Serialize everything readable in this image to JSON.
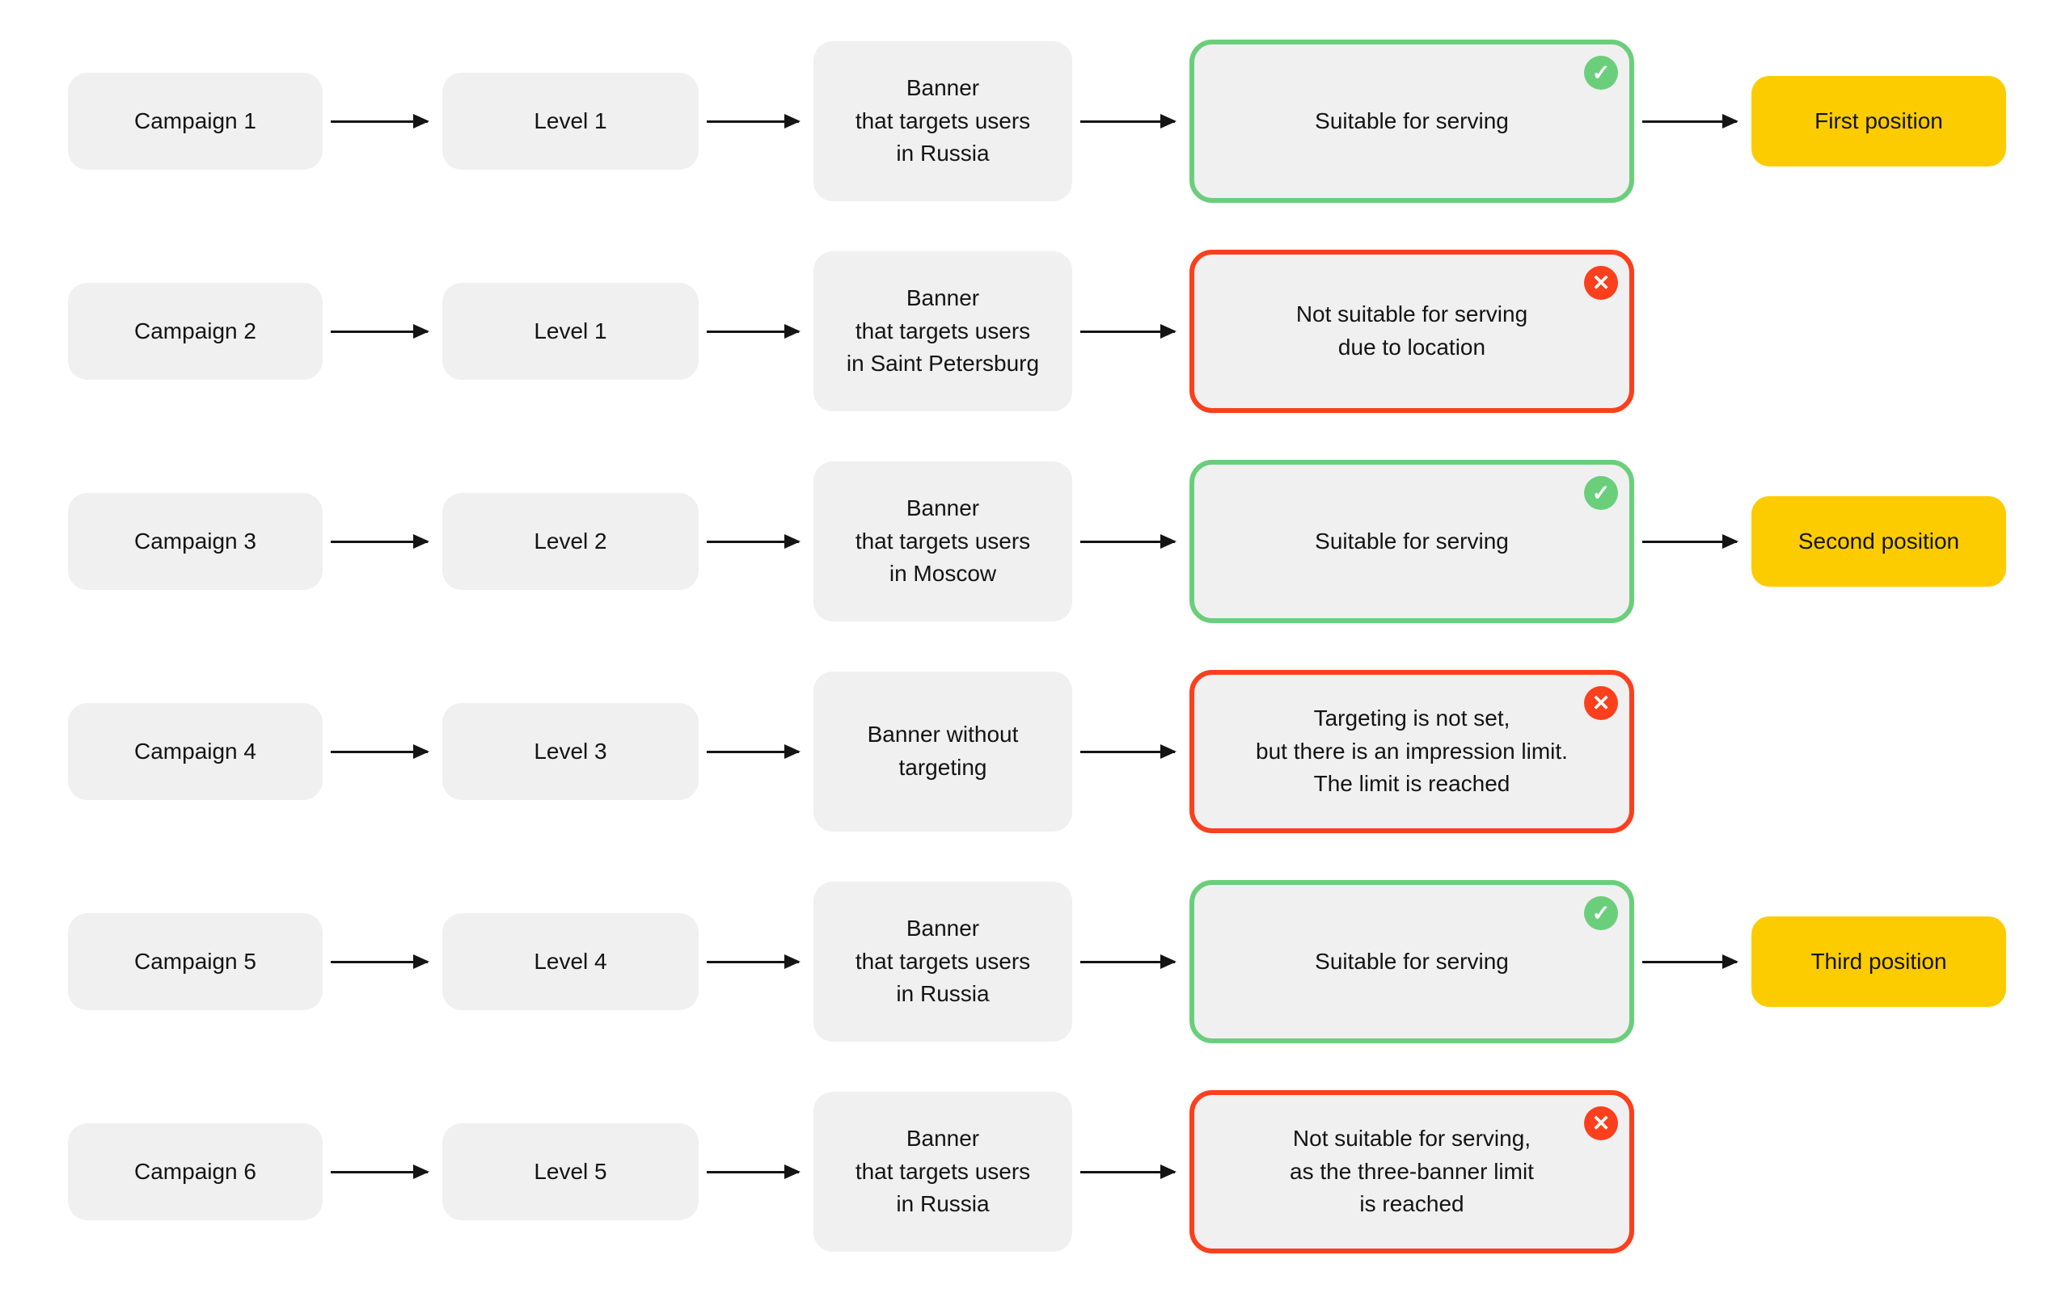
{
  "colors": {
    "node_background": "#F0F0F1",
    "success_green": "#6BCE7B",
    "danger_red": "#FC3F1D",
    "position_yellow": "#FCCC00",
    "arrow_black": "#141414",
    "text_black": "#141414",
    "page_background": "#FFFFFF"
  },
  "rows": [
    {
      "campaign": "Campaign 1",
      "level": "Level 1",
      "banner": "Banner\nthat targets users\nin Russia",
      "status": {
        "text": "Suitable for serving",
        "type": "success",
        "icon": "✓"
      },
      "position": "First position"
    },
    {
      "campaign": "Campaign 2",
      "level": "Level 1",
      "banner": "Banner\nthat targets users\nin Saint Petersburg",
      "status": {
        "text": "Not suitable for serving\ndue to location",
        "type": "danger",
        "icon": "✕"
      },
      "position": null
    },
    {
      "campaign": "Campaign 3",
      "level": "Level 2",
      "banner": "Banner\nthat targets users\nin Moscow",
      "status": {
        "text": "Suitable for serving",
        "type": "success",
        "icon": "✓"
      },
      "position": "Second position"
    },
    {
      "campaign": "Campaign 4",
      "level": "Level 3",
      "banner": "Banner without\ntargeting",
      "status": {
        "text": "Targeting is not set,\nbut there is an impression limit.\nThe limit is reached",
        "type": "danger",
        "icon": "✕"
      },
      "position": null
    },
    {
      "campaign": "Campaign 5",
      "level": "Level 4",
      "banner": "Banner\nthat targets users\nin Russia",
      "status": {
        "text": "Suitable for serving",
        "type": "success",
        "icon": "✓"
      },
      "position": "Third position"
    },
    {
      "campaign": "Campaign 6",
      "level": "Level 5",
      "banner": "Banner\nthat targets users\nin Russia",
      "status": {
        "text": "Not suitable for serving,\nas the three-banner limit\nis reached",
        "type": "danger",
        "icon": "✕"
      },
      "position": null
    }
  ]
}
